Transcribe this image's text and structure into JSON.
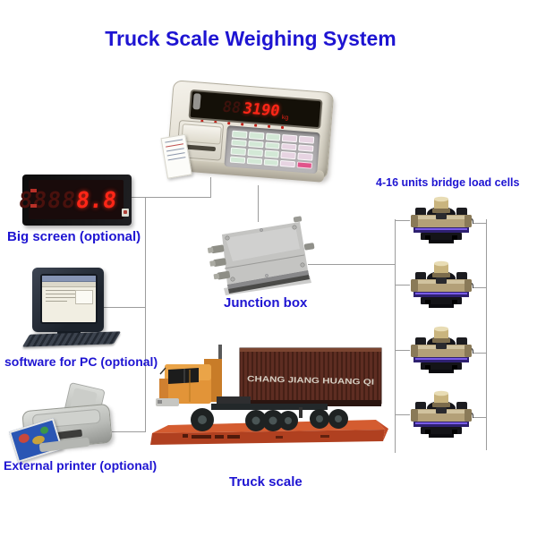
{
  "title": "Truck Scale Weighing System",
  "indicator": {
    "display_dim": "88",
    "display_value": "3190",
    "display_unit": "kg",
    "keypad_rows": 4,
    "keypad_cols": 5
  },
  "big_screen": {
    "display_dim": "8888",
    "display_value": "8.8",
    "label": "Big screen (optional)"
  },
  "pc": {
    "label": "software for PC (optional)"
  },
  "printer": {
    "label": "External printer (optional)"
  },
  "junction_box": {
    "label": "Junction box"
  },
  "load_cells": {
    "label": "4-16 units bridge load cells",
    "count": 4
  },
  "truck": {
    "label": "Truck scale",
    "container_text": "CHANG JIANG HUANG QI"
  },
  "colors": {
    "label_blue": "#1e14d2",
    "digit_red": "#ff2617",
    "line_gray": "#9c9c9c"
  }
}
